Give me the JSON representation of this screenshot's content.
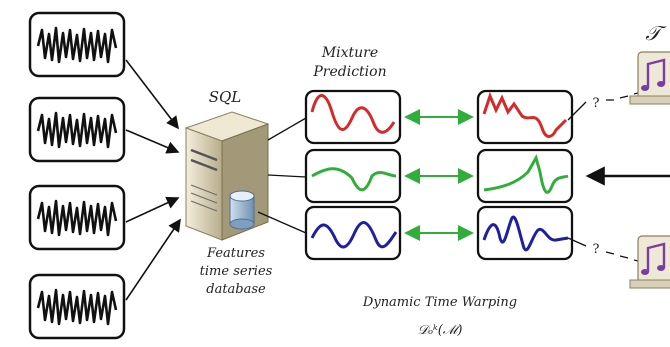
{
  "labels": {
    "sql": "SQL",
    "mixture_line1": "Mixture",
    "mixture_line2": "Prediction",
    "features_line1": "Features",
    "features_line2": "time series",
    "features_line3": "database",
    "dtw": "Dynamic Time Warping",
    "dtw_formula": "𝒟ₒᵏ(ℳ)",
    "target": "𝒯",
    "query_mark_top": "?",
    "query_mark_bottom": "?"
  },
  "colors": {
    "red": "#d62a2a",
    "green": "#2fae3a",
    "blue": "#1f1fa0",
    "dtw_link": "#2fae3a",
    "black": "#111111"
  },
  "icons": {
    "server": "server-icon",
    "database": "database-cylinder-icon",
    "music_doc": "music-document-icon"
  }
}
